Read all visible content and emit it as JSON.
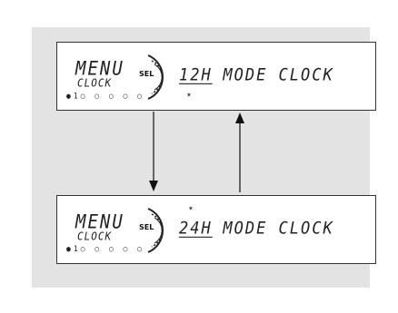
{
  "screens": [
    {
      "id": "top",
      "menu_label": "MENU",
      "sub_label": "CLOCK",
      "dots": "●1○ ○ ○ ○ ○",
      "knob_label": "SEL",
      "mode_value": "12H",
      "mode_text": "MODE CLOCK",
      "selected_icon": "✶"
    },
    {
      "id": "bottom",
      "menu_label": "MENU",
      "sub_label": "CLOCK",
      "dots": "●1○ ○ ○ ○ ○",
      "knob_label": "SEL",
      "mode_value": "24H",
      "mode_text": "MODE CLOCK",
      "selected_icon": "✶"
    }
  ],
  "arrows": {
    "down": "down-arrow",
    "up": "up-arrow"
  },
  "colors": {
    "panel": "#e3e3e3",
    "lcd": "#ffffff",
    "border": "#333333"
  }
}
